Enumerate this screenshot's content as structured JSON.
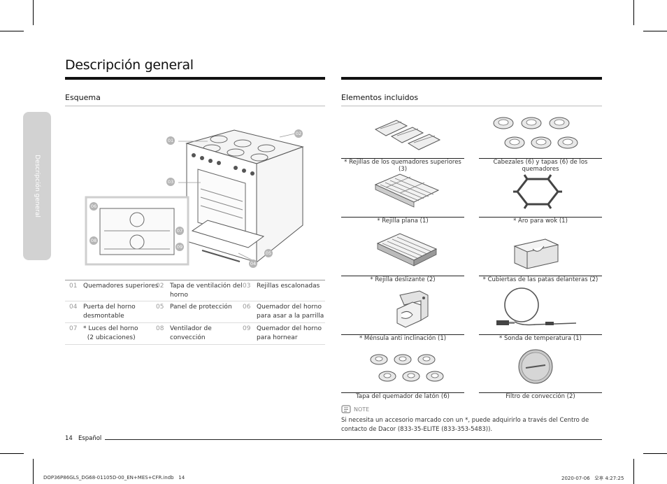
{
  "page_title": "Descripción general",
  "side_tab": "Descripción general",
  "left_section": {
    "heading": "Esquema"
  },
  "right_section": {
    "heading": "Elementos incluidos"
  },
  "callouts": [
    "01",
    "02",
    "03",
    "04",
    "05",
    "06",
    "07",
    "08",
    "09"
  ],
  "legend": [
    {
      "num": "01",
      "line1": "Quemadores superiores",
      "line2": ""
    },
    {
      "num": "02",
      "line1": "Tapa de ventilación del",
      "line2": "horno"
    },
    {
      "num": "03",
      "line1": "Rejillas escalonadas",
      "line2": ""
    },
    {
      "num": "04",
      "line1": "Puerta del horno",
      "line2": "desmontable"
    },
    {
      "num": "05",
      "line1": "Panel de protección",
      "line2": ""
    },
    {
      "num": "06",
      "line1": "Quemador del horno",
      "line2": "para asar a la parrilla"
    },
    {
      "num": "07",
      "line1": "* Luces del horno",
      "line2": "  (2 ubicaciones)"
    },
    {
      "num": "08",
      "line1": "Ventilador de",
      "line2": "convección"
    },
    {
      "num": "09",
      "line1": "Quemador del horno",
      "line2": "para hornear"
    }
  ],
  "accessories": [
    {
      "caption": "* Rejillas de los quemadores superiores (3)",
      "icon": "burner-grates-icon"
    },
    {
      "caption": "Cabezales (6) y tapas (6) de los quemadores",
      "icon": "burner-heads-icon"
    },
    {
      "caption": "* Rejilla plana (1)",
      "icon": "flat-rack-icon"
    },
    {
      "caption": "* Aro para wok (1)",
      "icon": "wok-ring-icon"
    },
    {
      "caption": "* Rejilla deslizante (2)",
      "icon": "sliding-rack-icon"
    },
    {
      "caption": "* Cubiertas de las patas delanteras (2)",
      "icon": "leg-cover-icon"
    },
    {
      "caption": "* Ménsula anti inclinación (1)",
      "icon": "anti-tip-bracket-icon"
    },
    {
      "caption": "* Sonda de temperatura (1)",
      "icon": "temperature-probe-icon"
    },
    {
      "caption": "Tapa del quemador de latón (6)",
      "icon": "brass-burner-caps-icon"
    },
    {
      "caption": "Filtro de convección (2)",
      "icon": "convection-filter-icon"
    }
  ],
  "note": {
    "label": "NOTE",
    "text": "Si necesita un accesorio marcado con un *, puede adquirirlo a través del Centro de contacto de Dacor (833-35-ELITE (833-353-5483))."
  },
  "footer": {
    "page": "14",
    "language": "Español"
  },
  "slug": {
    "file": "DOP36P86GLS_DG68-01105D-00_EN+MES+CFR.indb   14",
    "date": "2020-07-06   오후 4:27:25"
  }
}
